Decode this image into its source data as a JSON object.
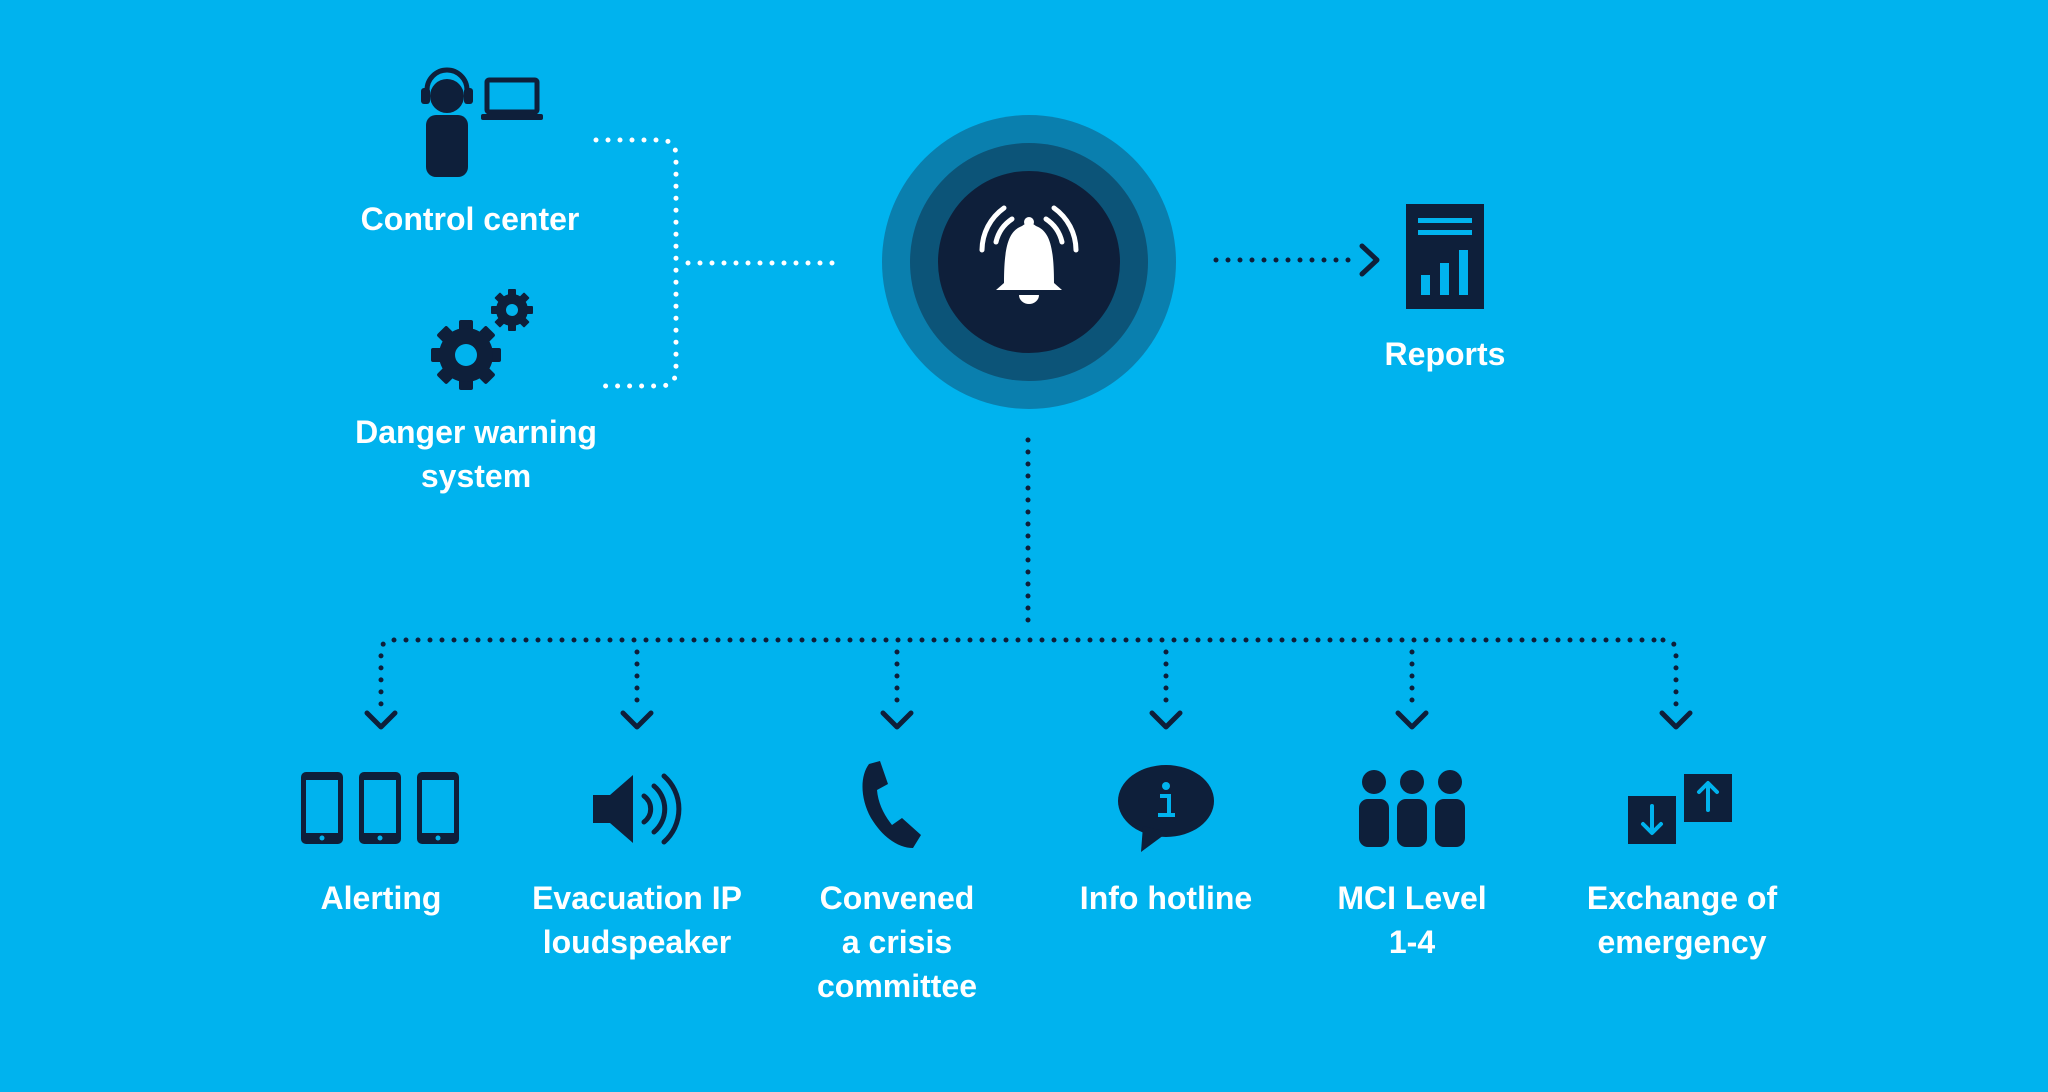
{
  "colors": {
    "background": "#00b3ee",
    "icon_dark": "#0e1f3a",
    "ring_outer": "#0a7fae",
    "ring_middle": "#0c5478",
    "ring_inner": "#0e1f3a",
    "dotted_light": "#ffffff",
    "dotted_dark": "#0e1f3a",
    "label": "#ffffff"
  },
  "nodes": {
    "control_center": {
      "label": "Control center",
      "icon": "operator-laptop-icon"
    },
    "danger_warning": {
      "label": "Danger warning\nsystem",
      "icon": "gears-icon"
    },
    "central": {
      "icon": "alarm-bell-icon"
    },
    "reports": {
      "label": "Reports",
      "icon": "report-chart-icon"
    }
  },
  "outputs": [
    {
      "label": "Alerting",
      "icon": "smartphones-icon"
    },
    {
      "label": "Evacuation IP\nloudspeaker",
      "icon": "loudspeaker-icon"
    },
    {
      "label": "Convened\na crisis\ncommittee",
      "icon": "phone-handset-icon"
    },
    {
      "label": "Info hotline",
      "icon": "info-bubble-icon"
    },
    {
      "label": "MCI Level\n1-4",
      "icon": "people-group-icon"
    },
    {
      "label": "Exchange of\nemergency",
      "icon": "exchange-arrows-icon"
    }
  ]
}
